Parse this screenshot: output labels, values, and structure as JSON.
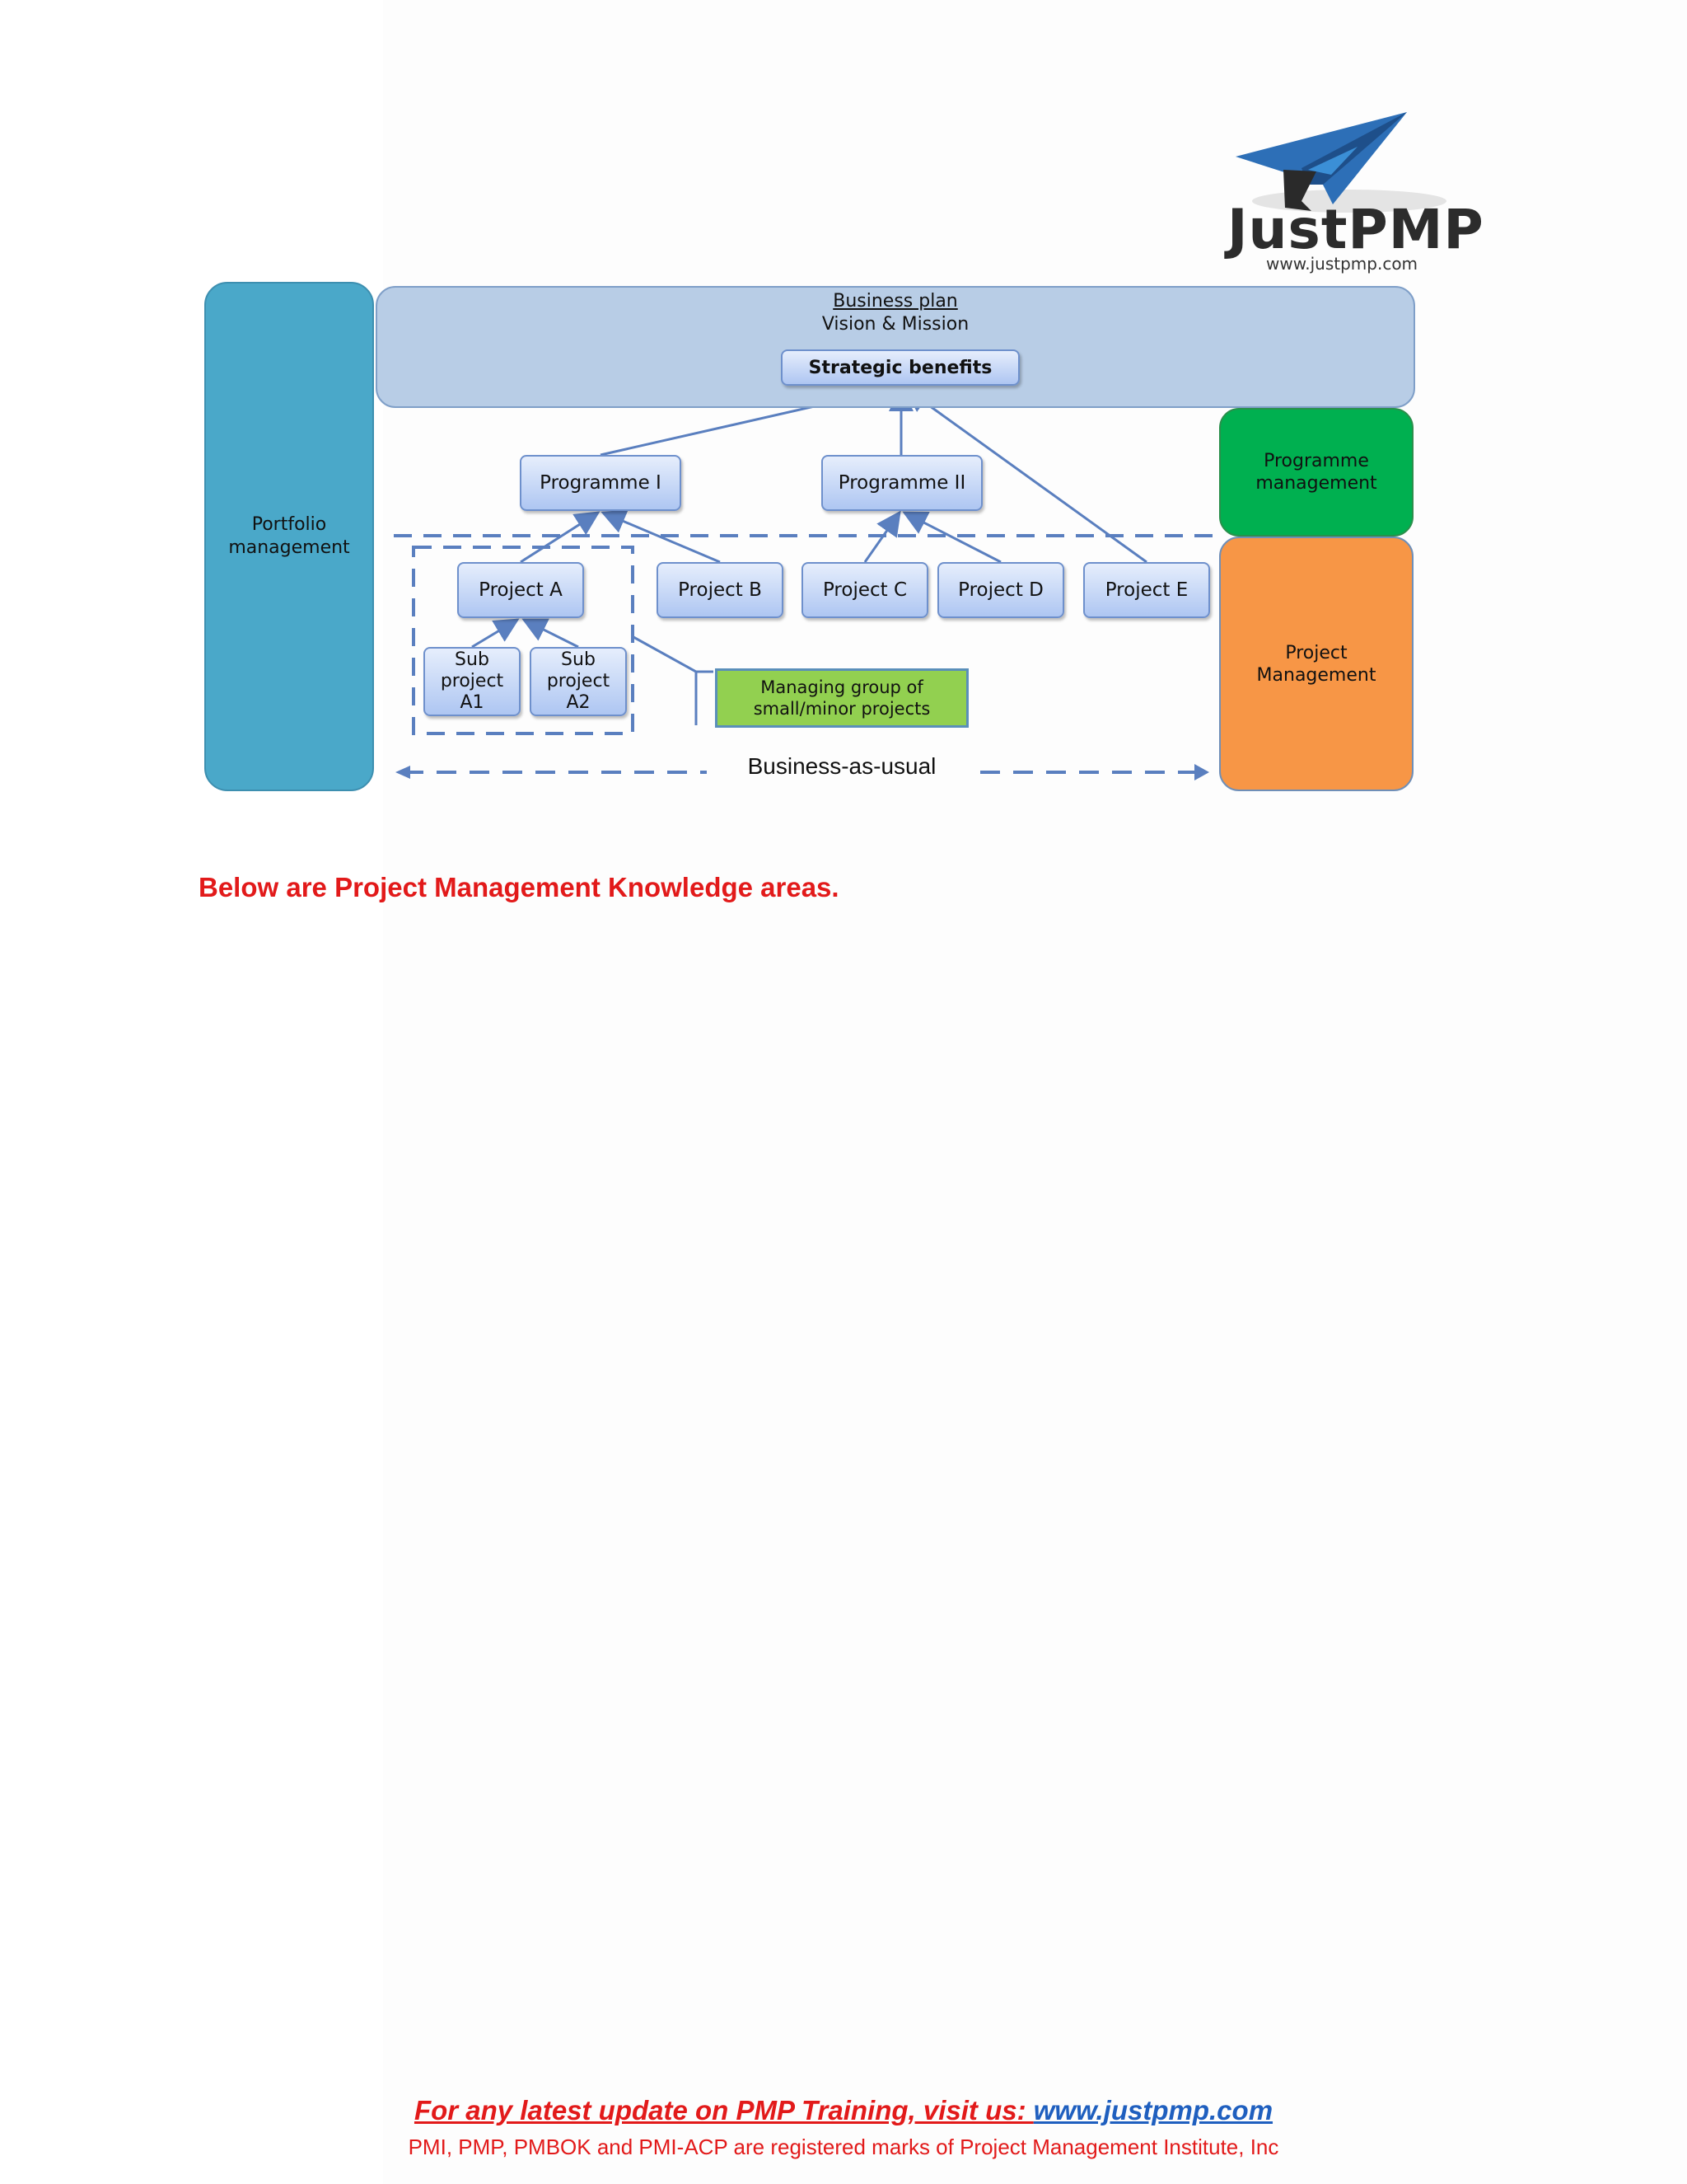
{
  "logo": {
    "name": "JustPMP",
    "url": "www.justpmp.com"
  },
  "diagram": {
    "business_plan": "Business plan",
    "vision": "Vision & Mission",
    "strategic_benefits": "Strategic benefits",
    "portfolio_management": [
      "Portfolio",
      "management"
    ],
    "programme_1": "Programme I",
    "programme_2": "Programme II",
    "projects": [
      "Project  A",
      "Project  B",
      "Project  C",
      "Project  D",
      "Project  E"
    ],
    "sub_a1": [
      "Sub",
      "project",
      "A1"
    ],
    "sub_a2": [
      "Sub",
      "project",
      "A2"
    ],
    "managing_group": [
      "Managing group of",
      "small/minor projects"
    ],
    "programme_management": [
      "Programme",
      "management"
    ],
    "project_management": [
      "Project",
      "Management"
    ],
    "business_as_usual": "Business-as-usual",
    "colors": {
      "portfolio": "#4aa8c9",
      "business_plan": "#b8cde6",
      "programme_management": "#00b050",
      "project_management": "#f79646",
      "managing_group": "#92d050",
      "connector": "#5a7fbf"
    }
  },
  "heading": "Below are Project Management Knowledge areas.",
  "footer": {
    "prefix": "For any latest update on PMP Training, visit us: ",
    "link": "www.justpmp.com",
    "notice": "PMI, PMP, PMBOK and PMI-ACP are registered marks of Project Management Institute, Inc"
  }
}
